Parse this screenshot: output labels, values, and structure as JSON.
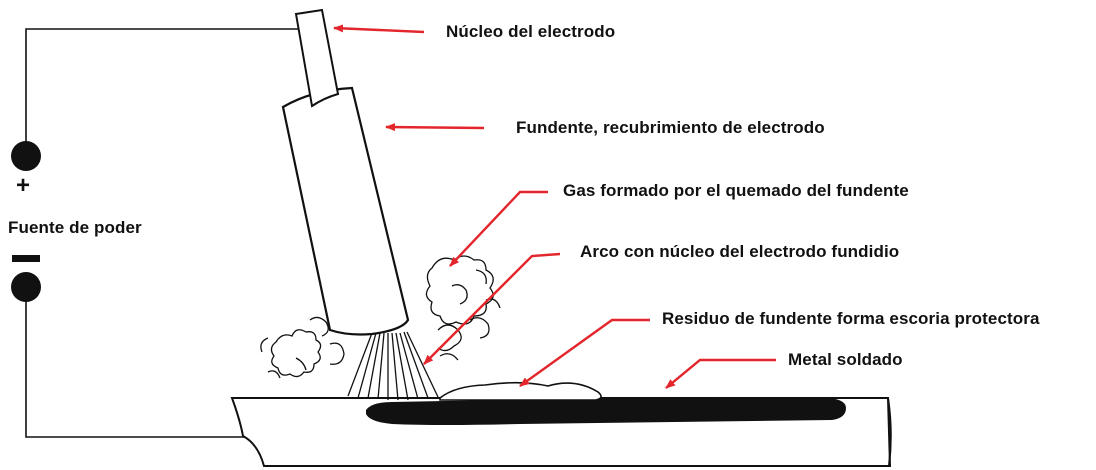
{
  "diagram": {
    "labels": {
      "electrode_core": "Núcleo del electrodo",
      "flux_coating": "Fundente, recubrimiento de electrodo",
      "shield_gas": "Gas formado por el quemado del fundente",
      "arc": "Arco con núcleo del electrodo fundidio",
      "slag": "Residuo de fundente forma escoria protectora",
      "weld_metal": "Metal soldado",
      "power_source": "Fuente de poder"
    },
    "symbols": {
      "positive": "+"
    },
    "colors": {
      "arrow": "#e3252c",
      "ink": "#111111",
      "background": "#ffffff"
    }
  }
}
